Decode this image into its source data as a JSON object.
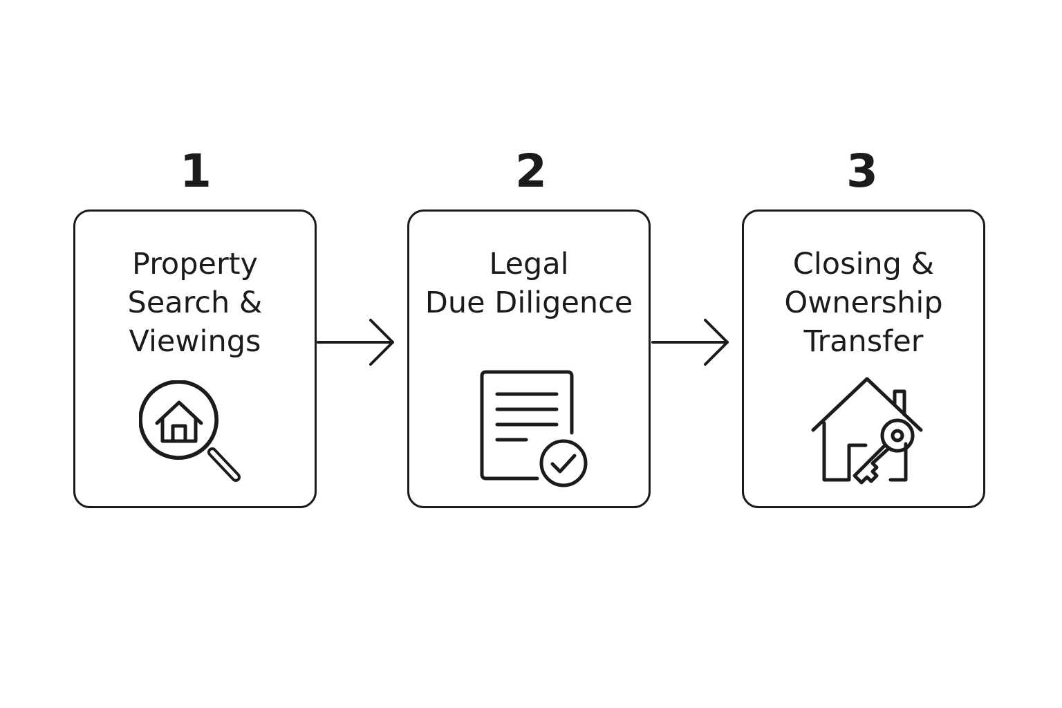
{
  "steps": [
    {
      "number": "1",
      "title_lines": [
        "Property",
        "Search &",
        "Viewings"
      ],
      "icon": "house-search-icon"
    },
    {
      "number": "2",
      "title_lines": [
        "Legal",
        "Due Diligence"
      ],
      "icon": "document-check-icon"
    },
    {
      "number": "3",
      "title_lines": [
        "Closing &",
        "Ownership",
        "Transfer"
      ],
      "icon": "house-key-icon"
    }
  ],
  "connectors": [
    "arrow-right-icon",
    "arrow-right-icon"
  ],
  "colors": {
    "stroke": "#1b1b1b",
    "background": "#ffffff"
  }
}
